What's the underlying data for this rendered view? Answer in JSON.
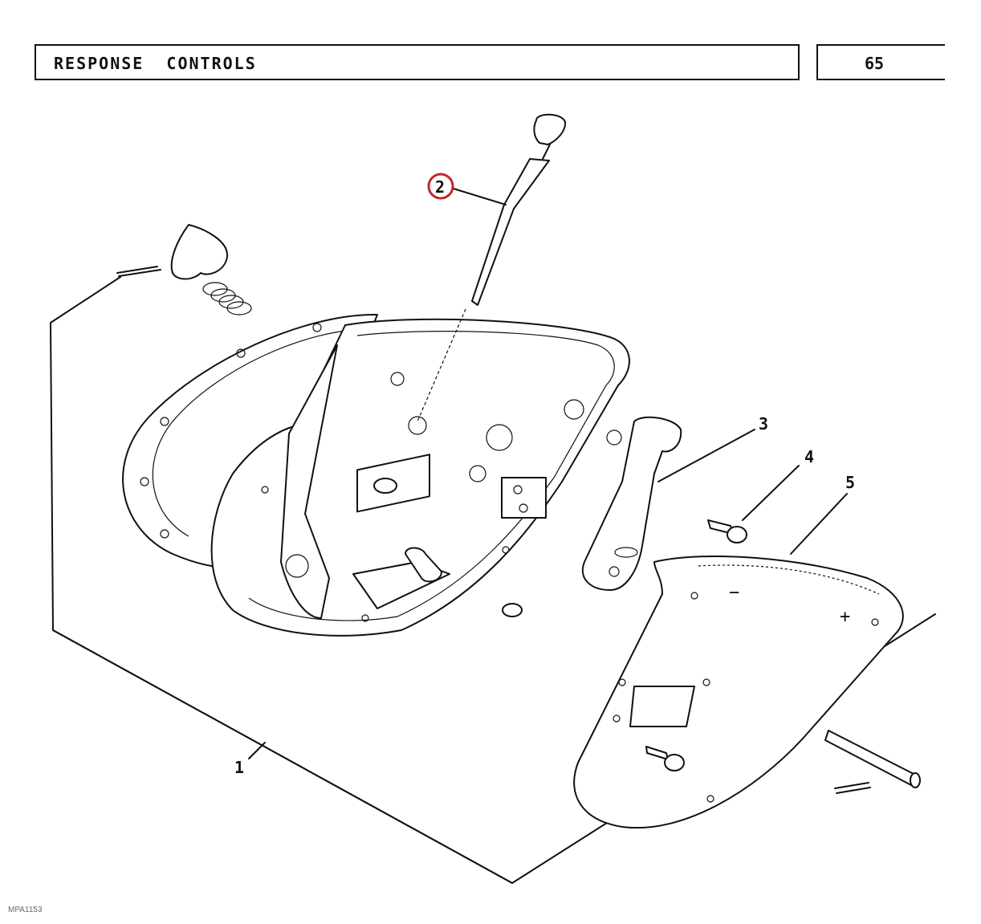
{
  "header": {
    "title": "RESPONSE  CONTROLS",
    "page_number": "65"
  },
  "callouts": [
    {
      "id": "1",
      "label": "1"
    },
    {
      "id": "2",
      "label": "2",
      "highlighted": true,
      "highlight_color": "#c0282d"
    },
    {
      "id": "3",
      "label": "3"
    },
    {
      "id": "4",
      "label": "4"
    },
    {
      "id": "5",
      "label": "5"
    }
  ],
  "scale_marks": {
    "minus": "−",
    "plus": "+"
  },
  "footer": {
    "code": "MPA1153"
  }
}
